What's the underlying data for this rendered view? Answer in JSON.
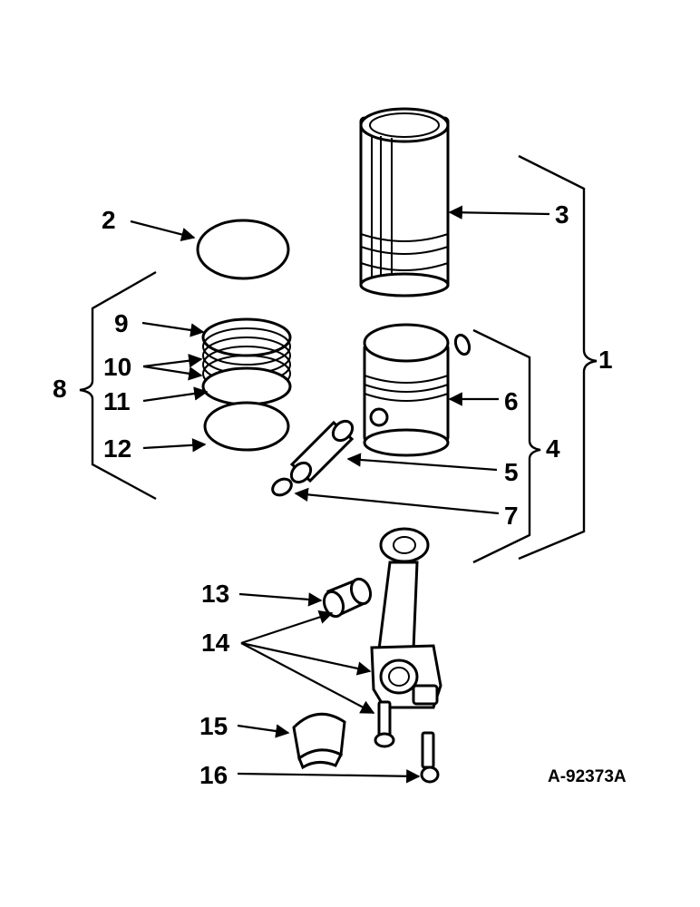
{
  "callouts": {
    "c1": "1",
    "c2": "2",
    "c3": "3",
    "c4": "4",
    "c5": "5",
    "c6": "6",
    "c7": "7",
    "c8": "8",
    "c9": "9",
    "c10": "10",
    "c11": "11",
    "c12": "12",
    "c13": "13",
    "c14": "14",
    "c15": "15",
    "c16": "16"
  },
  "figure_ref": "A-92373A"
}
